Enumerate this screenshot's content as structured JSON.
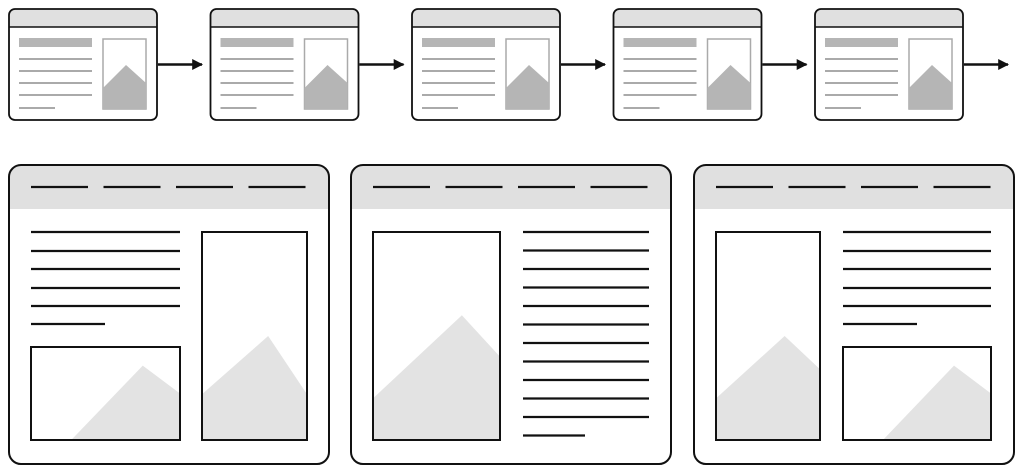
{
  "diagram": {
    "type": "wireframe-layout-variants",
    "colors": {
      "stroke": "#111111",
      "header_fill": "#e0e0e0",
      "image_fill_light": "#e3e3e3",
      "image_fill_dark": "#b5b5b5",
      "thumb_bar": "#b5b5b5",
      "thumb_line": "#aaaaaa",
      "background": "#ffffff"
    },
    "sequence": {
      "thumbnail_count": 5,
      "connector": "arrow-right",
      "thumbnail_layout": "text-left-image-right"
    },
    "layouts": [
      {
        "name": "text-and-small-image-left-tall-image-right",
        "nav_items": 4,
        "text_lines": 6
      },
      {
        "name": "tall-image-left-text-right",
        "nav_items": 4,
        "text_lines": 12
      },
      {
        "name": "tall-image-left-text-and-small-image-right",
        "nav_items": 4,
        "text_lines": 6
      }
    ]
  }
}
